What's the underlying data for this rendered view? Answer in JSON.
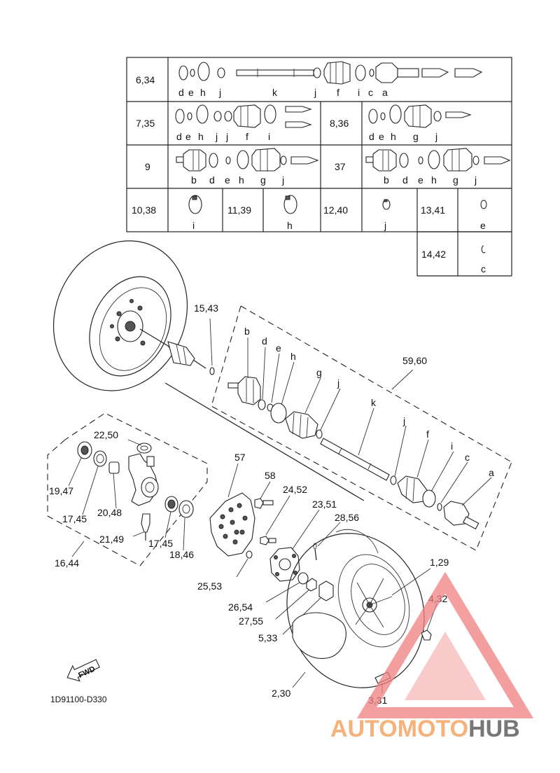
{
  "table": {
    "row1": {
      "ref": "6,34",
      "letters": [
        "d",
        "e",
        "h",
        "j",
        "k",
        "j",
        "f",
        "i",
        "c",
        "a"
      ]
    },
    "row2": {
      "ref_left": "7,35",
      "letters_left": [
        "d",
        "e",
        "h",
        "j",
        "j",
        "f",
        "i"
      ],
      "ref_right": "8,36",
      "letters_right": [
        "d",
        "e",
        "h",
        "g",
        "j"
      ]
    },
    "row3": {
      "ref_left": "9",
      "letters_left": [
        "b",
        "d",
        "e",
        "h",
        "g",
        "j"
      ],
      "ref_right": "37",
      "letters_right": [
        "b",
        "d",
        "e",
        "h",
        "g",
        "j"
      ]
    },
    "row4": [
      {
        "ref": "10,38",
        "letter": "i"
      },
      {
        "ref": "11,39",
        "letter": "h"
      },
      {
        "ref": "12,40",
        "letter": "j"
      },
      {
        "ref": "13,41",
        "letter": "e"
      }
    ],
    "row5": {
      "ref": "14,42",
      "letter": "c"
    }
  },
  "callouts": {
    "c15_43": "15,43",
    "c59_60": "59,60",
    "c22_50": "22,50",
    "c57": "57",
    "c58": "58",
    "c19_47": "19,47",
    "c24_52": "24,52",
    "c17_45a": "17,45",
    "c20_48": "20,48",
    "c23_51": "23,51",
    "c28_56": "28,56",
    "c21_49": "21,49",
    "c17_45b": "17,45",
    "c18_46": "18,46",
    "c16_44": "16,44",
    "c1_29": "1,29",
    "c25_53": "25,53",
    "c4_32": "4,32",
    "c26_54": "26,54",
    "c27_55": "27,55",
    "c5_33": "5,33",
    "c2_30": "2,30",
    "c3_31": "3,31"
  },
  "shaft_letters": {
    "b": "b",
    "d": "d",
    "e": "e",
    "h": "h",
    "g": "g",
    "j1": "j",
    "k": "k",
    "j2": "j",
    "f": "f",
    "i": "i",
    "c": "c",
    "a": "a"
  },
  "fwd_label": "FWD",
  "diagram_code": "1D91100-D330",
  "watermark": {
    "part1": "AUTOMOTO",
    "part2": "HUB"
  },
  "colors": {
    "line": "#222222",
    "watermark_orange": "#f5b27a",
    "watermark_red": "#f08080",
    "watermark_gray": "#777777"
  }
}
